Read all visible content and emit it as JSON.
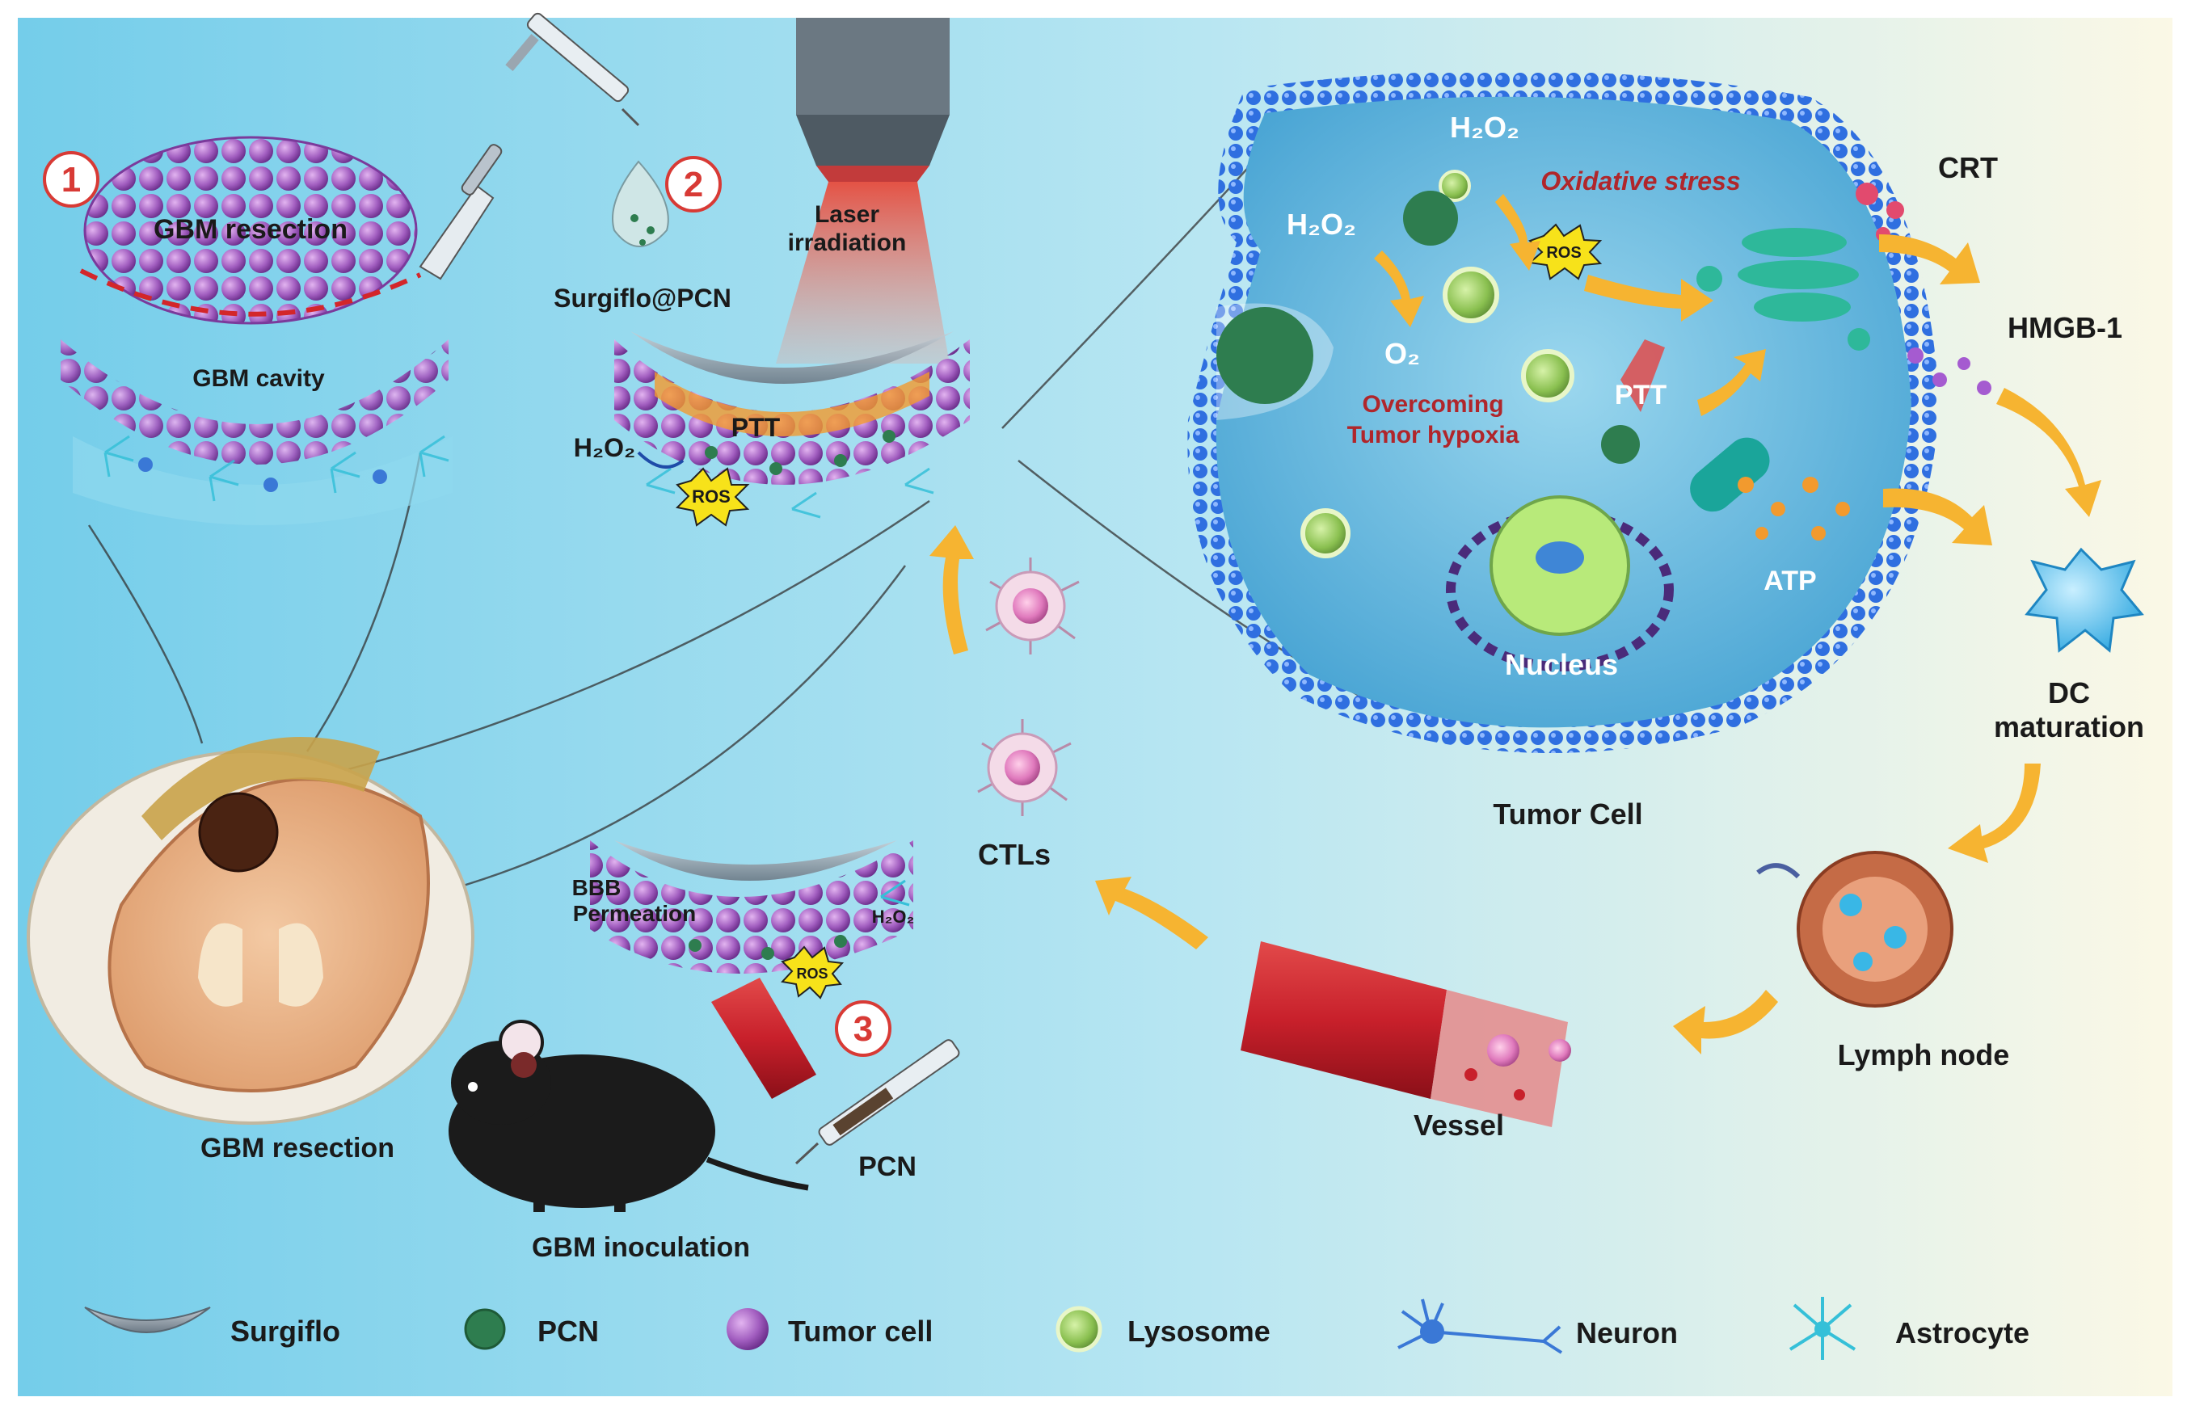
{
  "steps": {
    "one": "1",
    "two": "2",
    "three": "3"
  },
  "left": {
    "gbm_resection_top": "GBM resection",
    "gbm_cavity": "GBM cavity",
    "gbm_resection_brain": "GBM resection",
    "gbm_inoculation": "GBM inoculation",
    "pcn_syringe": "PCN",
    "bbb_line1": "BBB",
    "bbb_line2": "Permeation",
    "h2o2_small": "H₂O₂",
    "ros_small": "ROS"
  },
  "middle": {
    "surgiflo_pcn": "Surgiflo@PCN",
    "laser_line1": "Laser",
    "laser_line2": "irradiation",
    "h2o2": "H₂O₂",
    "ptt": "PTT",
    "ros": "ROS",
    "ctls": "CTLs"
  },
  "cell": {
    "h2o2_top": "H₂O₂",
    "h2o2_left": "H₂O₂",
    "oxidative_stress": "Oxidative stress",
    "ros": "ROS",
    "o2": "O₂",
    "hypoxia_line1": "Overcoming",
    "hypoxia_line2": "Tumor hypoxia",
    "ptt": "PTT",
    "nucleus": "Nucleus",
    "atp": "ATP",
    "tumor_cell": "Tumor Cell"
  },
  "right": {
    "crt": "CRT",
    "hmgb1": "HMGB-1",
    "dc_line1": "DC",
    "dc_line2": "maturation",
    "lymph_node": "Lymph node",
    "vessel": "Vessel"
  },
  "legend": {
    "surgiflo": "Surgiflo",
    "pcn": "PCN",
    "tumor_cell": "Tumor cell",
    "lysosome": "Lysosome",
    "neuron": "Neuron",
    "astrocyte": "Astrocyte"
  },
  "colors": {
    "background_left": "#7fd3ec",
    "background_right": "#fbf8e6",
    "arrow": "#f6b431",
    "tumor_purple": "#a25ec0",
    "pcn_green": "#2e7d4f",
    "membrane_blue": "#2f6fe0",
    "cytoplasm": "#7cc7e4",
    "step_red": "#d83a35"
  }
}
